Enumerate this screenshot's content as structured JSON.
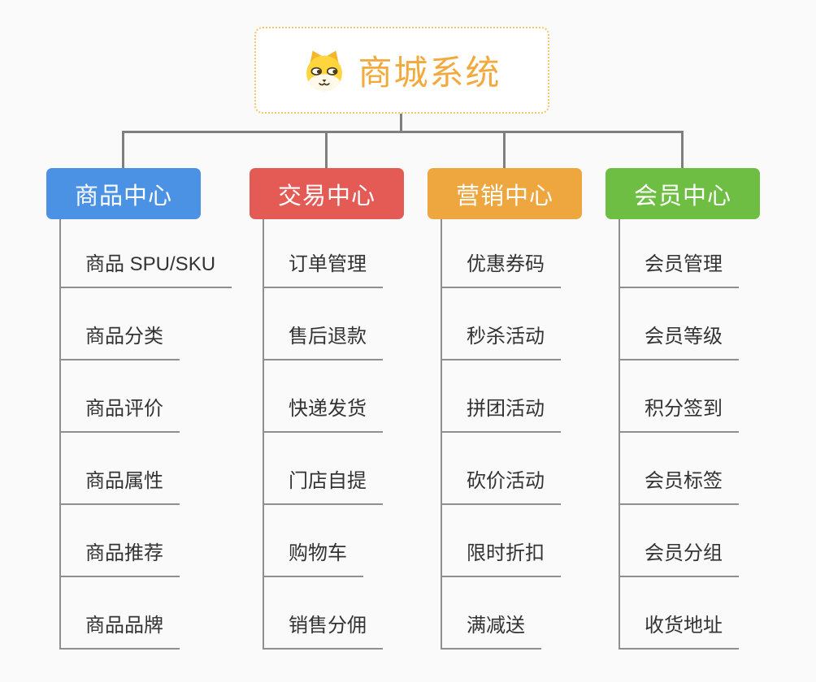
{
  "page": {
    "background_color": "#fafafa",
    "connector_color": "#7f7f7f",
    "underline_color": "#8f8f8f"
  },
  "root": {
    "title": "商城系统",
    "icon": "dog-face-icon",
    "text_color": "#f2a93e",
    "border_color": "#f6c46c"
  },
  "branches": [
    {
      "label": "商品中心",
      "color": "#4b92e5",
      "items": [
        "商品 SPU/SKU",
        "商品分类",
        "商品评价",
        "商品属性",
        "商品推荐",
        "商品品牌"
      ]
    },
    {
      "label": "交易中心",
      "color": "#e45b55",
      "items": [
        "订单管理",
        "售后退款",
        "快递发货",
        "门店自提",
        "购物车",
        "销售分佣"
      ]
    },
    {
      "label": "营销中心",
      "color": "#eea63f",
      "items": [
        "优惠券码",
        "秒杀活动",
        "拼团活动",
        "砍价活动",
        "限时折扣",
        "满减送"
      ]
    },
    {
      "label": "会员中心",
      "color": "#6fbe44",
      "items": [
        "会员管理",
        "会员等级",
        "积分签到",
        "会员标签",
        "会员分组",
        "收货地址"
      ]
    }
  ]
}
